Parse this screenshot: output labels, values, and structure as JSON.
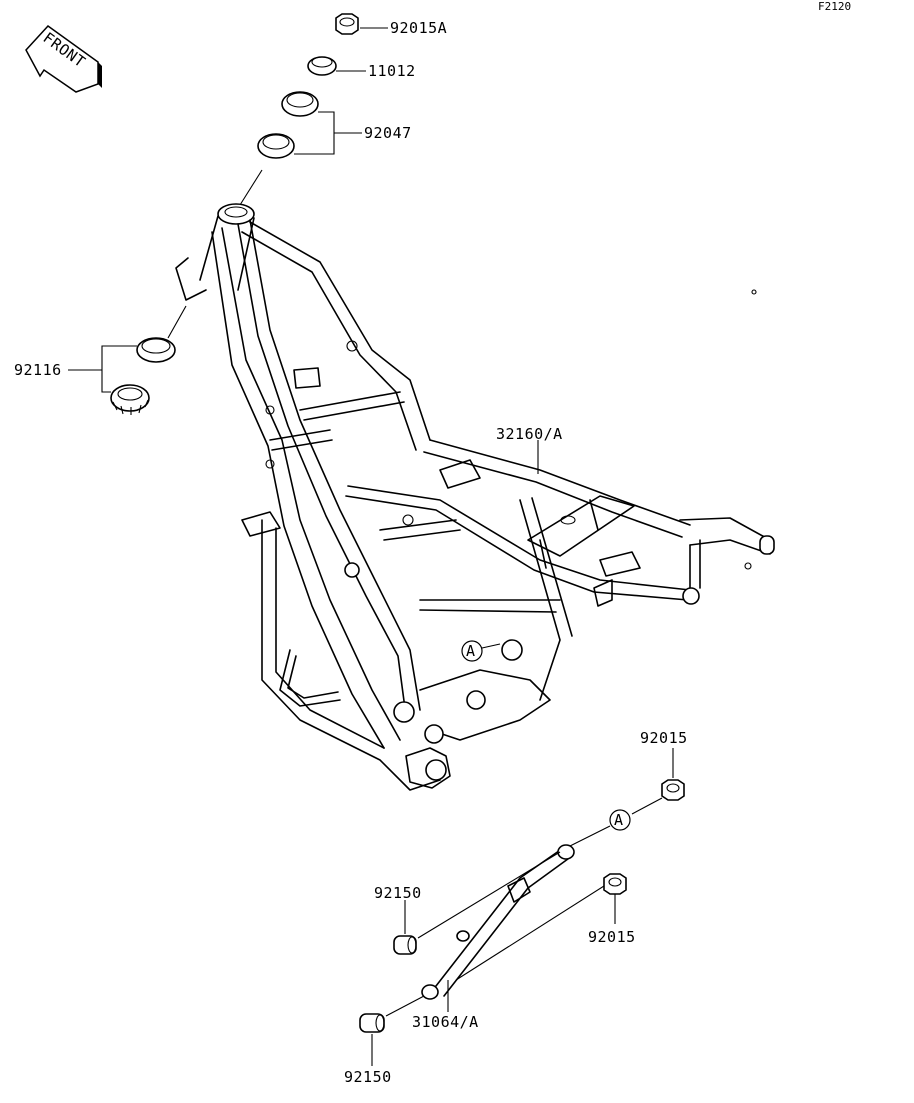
{
  "figure_code": "F2120",
  "direction_label": "FRONT",
  "callouts": [
    {
      "id": "nut-top",
      "label": "92015A"
    },
    {
      "id": "washer-top",
      "label": "11012"
    },
    {
      "id": "bearing-race-upper",
      "label": "92047"
    },
    {
      "id": "bearing-race-lower",
      "label": "92116"
    },
    {
      "id": "frame",
      "label": "32160/A"
    },
    {
      "id": "nut-right-upper",
      "label": "92015"
    },
    {
      "id": "nut-right-lower",
      "label": "92015"
    },
    {
      "id": "collar-upper",
      "label": "92150"
    },
    {
      "id": "collar-lower",
      "label": "92150"
    },
    {
      "id": "brace",
      "label": "31064/A"
    }
  ],
  "reference_marks": [
    "A",
    "A"
  ]
}
